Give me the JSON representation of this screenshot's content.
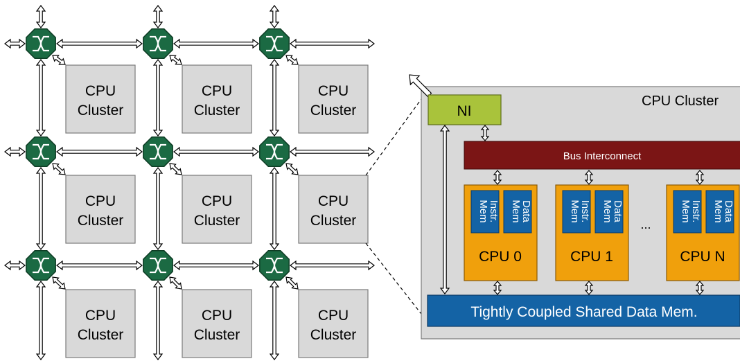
{
  "grid": {
    "cluster_line1": "CPU",
    "cluster_line2": "Cluster"
  },
  "detail": {
    "title": "CPU Cluster",
    "ni_label": "NI",
    "bus_label": "Bus Interconnect",
    "mem_label": "Tightly Coupled Shared Data Mem.",
    "ellipsis": "...",
    "instr_line1": "Instr.",
    "instr_line2": "Mem",
    "data_line1": "Data",
    "data_line2": "Mem",
    "cpus": [
      {
        "label": "CPU 0"
      },
      {
        "label": "CPU 1"
      },
      {
        "label": "CPU N"
      }
    ]
  },
  "colors": {
    "router_fill": "#1b6a43",
    "cluster_fill": "#d9d9d9",
    "ni_fill": "#a9c33b",
    "bus_fill": "#7b1515",
    "cpu_fill": "#f0a00c",
    "mem_block_fill": "#1463a5",
    "shared_mem_fill": "#1463a5"
  }
}
